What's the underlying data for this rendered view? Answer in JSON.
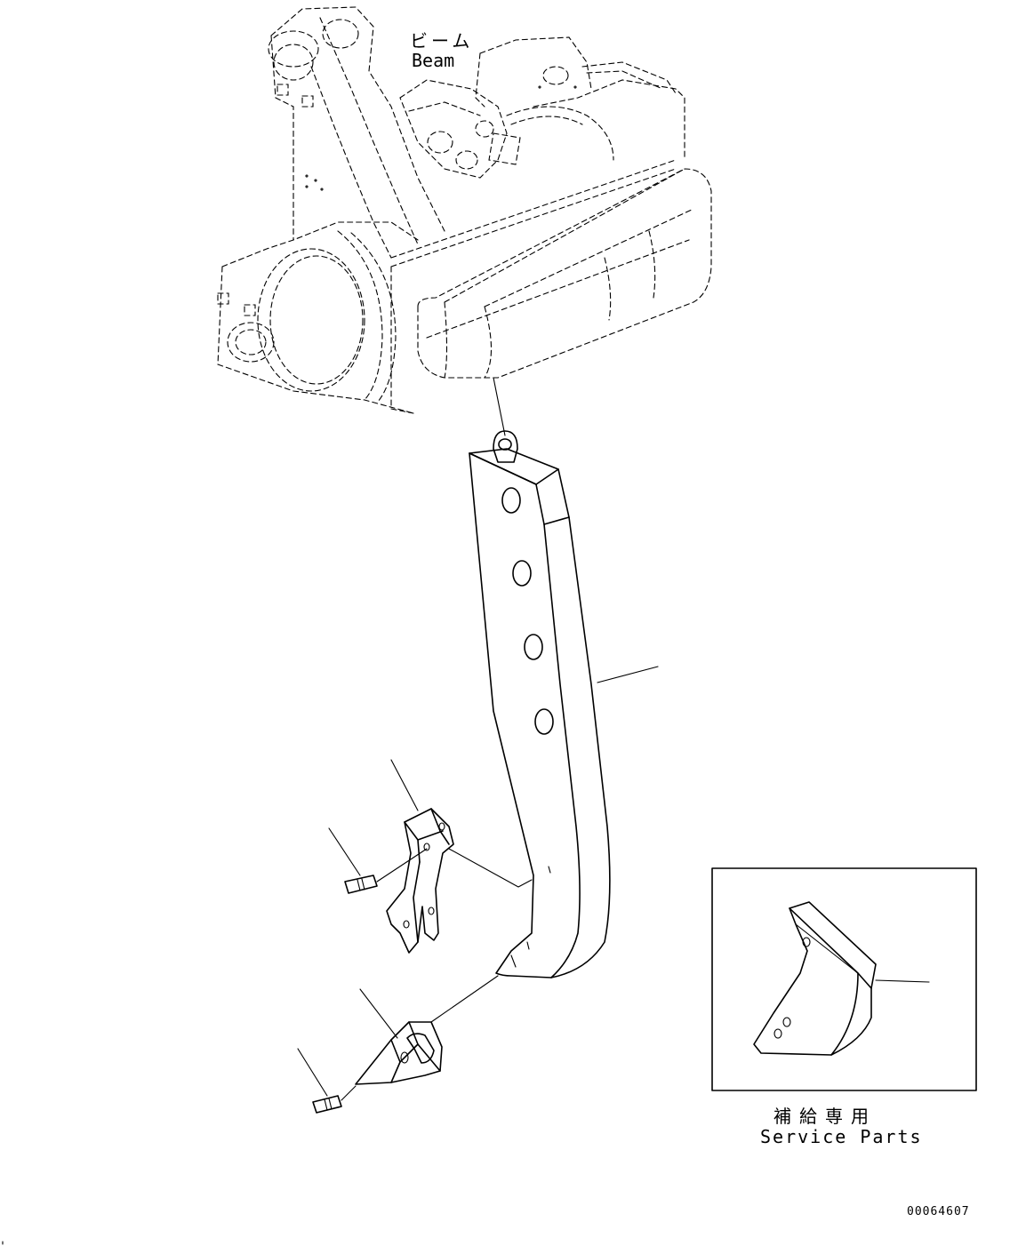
{
  "labels": {
    "beam_jp": "ビーム",
    "beam_en": "Beam",
    "service_parts_jp": "補給専用",
    "service_parts_en": "Service Parts",
    "drawing_number": "00064607"
  },
  "colors": {
    "line": "#000000",
    "background": "#ffffff"
  }
}
